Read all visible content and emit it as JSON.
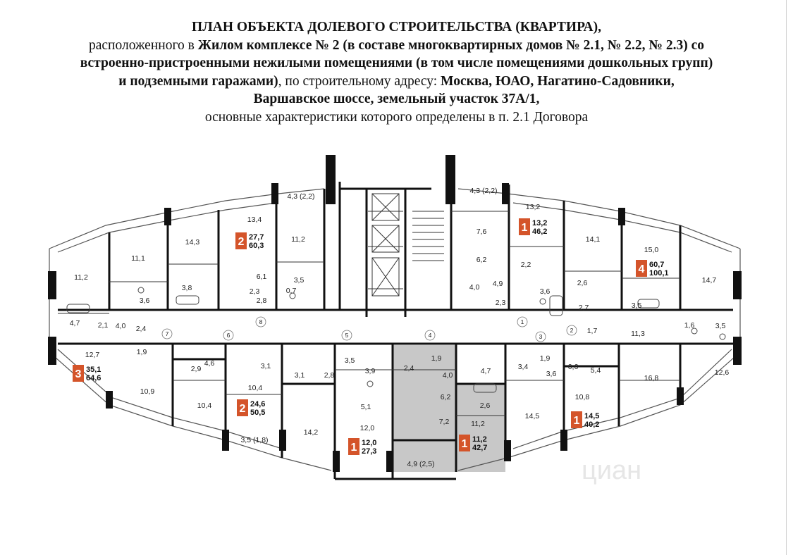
{
  "title": {
    "line1": "ПЛАН ОБЪЕКТА ДОЛЕВОГО СТРОИТЕЛЬСТВА (КВАРТИРА),",
    "line2_a": "расположенного в ",
    "line2_b": "Жилом комплексе № 2 (в составе многоквартирных домов № 2.1, № 2.2, № 2.3) со",
    "line3": "встроенно-пристроенными нежилыми помещениями (в том числе помещениями дошкольных групп)",
    "line4_a": "и подземными гаражами)",
    "line4_b": ", по строительному адресу: ",
    "line4_c": "Москва, ЮАО, Нагатино-Садовники,",
    "line5": "Варшавское шоссе, земельный участок 37А/1,",
    "line6": "основные характеристики которого определены в п. 2.1 Договора"
  },
  "colors": {
    "badge": "#d4542a",
    "highlight": "#c8c8c8",
    "wall": "#111111",
    "line": "#555555"
  },
  "watermark": "циан",
  "rooms": [
    "11,2",
    "4,7",
    "2,1",
    "4,0",
    "11,1",
    "3,6",
    "2,4",
    "14,3",
    "3,8",
    "13,4",
    "6,1",
    "2,3",
    "2,8",
    "11,2",
    "0,7",
    "3,5",
    "4,3 (2,2)",
    "4,3 (2,2)",
    "7,6",
    "6,2",
    "4,0",
    "4,9",
    "2,3",
    "13,2",
    "2,2",
    "3,6",
    "14,1",
    "2,6",
    "2,7",
    "1,7",
    "15,0",
    "3,5",
    "11,3",
    "14,7",
    "1,6",
    "3,5",
    "12,7",
    "1,9",
    "2,9",
    "4,6",
    "3,1",
    "3,1",
    "10,4",
    "10,9",
    "10,4",
    "3,5 (1,8)",
    "14,2",
    "2,8",
    "3,5",
    "3,9",
    "5,1",
    "12,0",
    "2,4",
    "1,9",
    "4,0",
    "4,7",
    "6,2",
    "2,6",
    "7,2",
    "11,2",
    "4,9 (2,5)",
    "3,4",
    "1,9",
    "0,6",
    "3,6",
    "5,4",
    "10,8",
    "14,5",
    "16,8",
    "12,6"
  ],
  "doors": [
    "8",
    "7",
    "6",
    "5",
    "4",
    "1",
    "2",
    "3"
  ],
  "apartments": [
    {
      "rooms": "2",
      "living": "27,7",
      "total": "60,3"
    },
    {
      "rooms": "1",
      "living": "13,2",
      "total": "46,2"
    },
    {
      "rooms": "4",
      "living": "60,7",
      "total": "100,1"
    },
    {
      "rooms": "3",
      "living": "35,1",
      "total": "64,6"
    },
    {
      "rooms": "2",
      "living": "24,6",
      "total": "50,5"
    },
    {
      "rooms": "1",
      "living": "12,0",
      "total": "27,3"
    },
    {
      "rooms": "1",
      "living": "11,2",
      "total": "42,7"
    },
    {
      "rooms": "1",
      "living": "14,5",
      "total": "40,2"
    }
  ]
}
